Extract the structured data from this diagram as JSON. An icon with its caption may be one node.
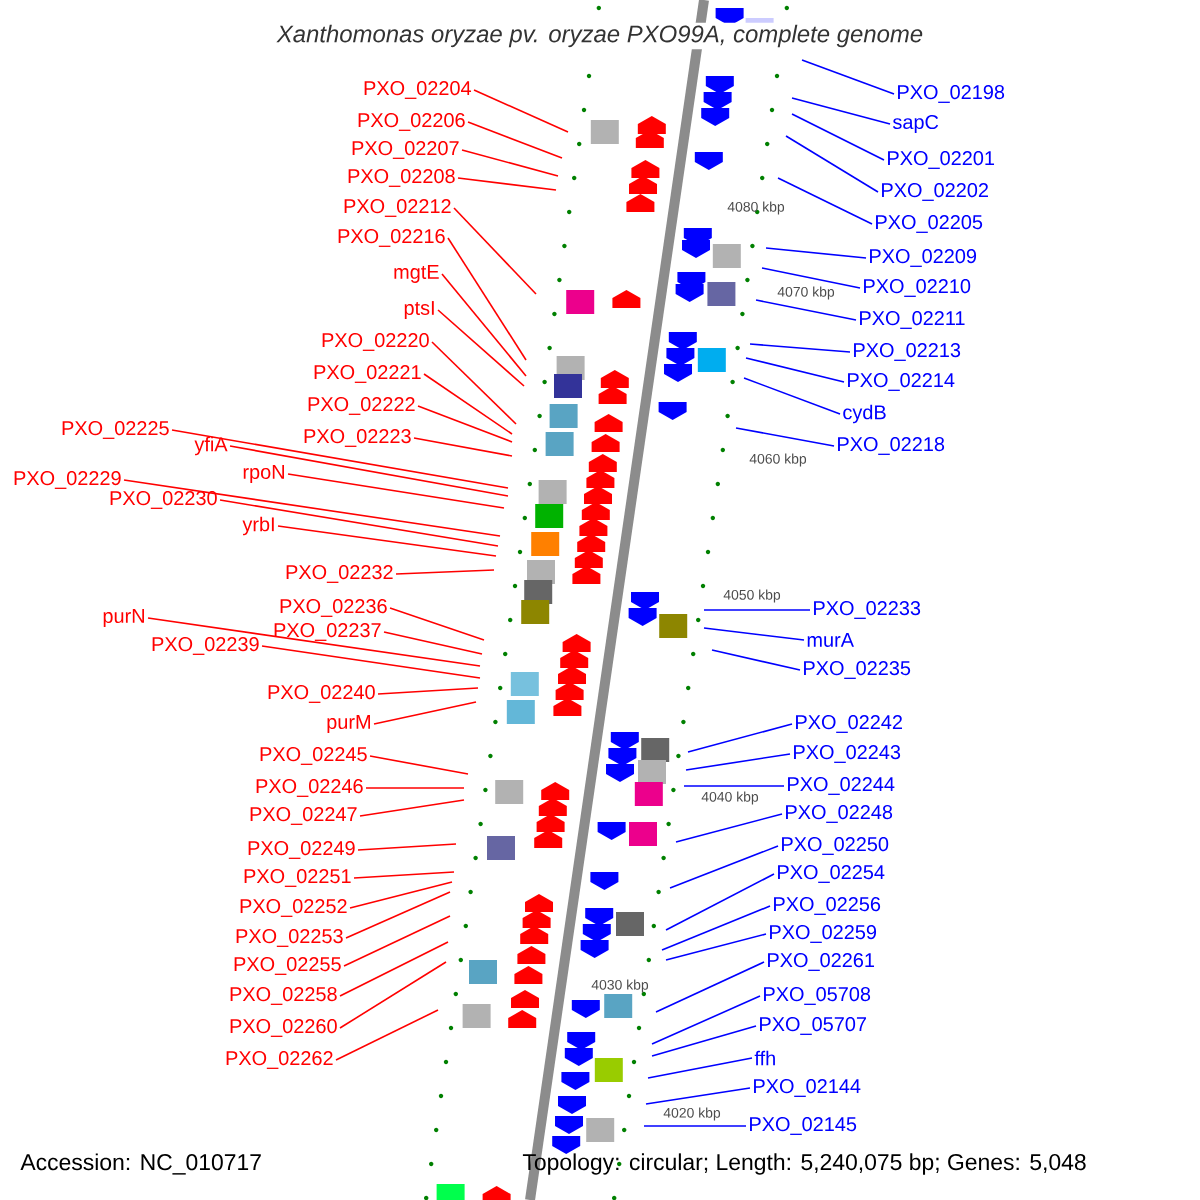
{
  "diagram": {
    "title": "Xanthomonas oryzae pv. oryzae PXO99A, complete genome",
    "nodes": [
      {
        "text": [
          "PXO_02204"
        ]
      },
      {
        "text": [
          "PXO_02206"
        ]
      },
      {
        "text": [
          "PXO_02207"
        ]
      },
      {
        "text": [
          "PXO_02208"
        ]
      },
      {
        "text": [
          "PXO_02212"
        ]
      },
      {
        "text": [
          "PXO_02216"
        ]
      },
      {
        "text": [
          "mgtE"
        ]
      },
      {
        "text": [
          "ptsI"
        ]
      },
      {
        "text": [
          "PXO_02220"
        ]
      },
      {
        "text": [
          "PXO_02221"
        ]
      },
      {
        "text": [
          "PXO_02222"
        ]
      },
      {
        "text": [
          "PXO_02223"
        ]
      },
      {
        "text": [
          "PXO_02225"
        ]
      },
      {
        "text": [
          "yfiA"
        ]
      },
      {
        "text": [
          "rpoN"
        ]
      },
      {
        "text": [
          "PXO_02229"
        ]
      },
      {
        "text": [
          "PXO_02230"
        ]
      },
      {
        "text": [
          "yrbI"
        ]
      },
      {
        "text": [
          "PXO_02232"
        ]
      },
      {
        "text": [
          "PXO_02236"
        ]
      },
      {
        "text": [
          "purN"
        ]
      },
      {
        "text": [
          "PXO_02237"
        ]
      },
      {
        "text": [
          "PXO_02239"
        ]
      },
      {
        "text": [
          "PXO_02240"
        ]
      },
      {
        "text": [
          "purM"
        ]
      },
      {
        "text": [
          "PXO_02245"
        ]
      },
      {
        "text": [
          "PXO_02246"
        ]
      },
      {
        "text": [
          "PXO_02247"
        ]
      },
      {
        "text": [
          "PXO_02249"
        ]
      },
      {
        "text": [
          "PXO_02251"
        ]
      },
      {
        "text": [
          "PXO_02252"
        ]
      },
      {
        "text": [
          "PXO_02253"
        ]
      },
      {
        "text": [
          "PXO_02255"
        ]
      },
      {
        "text": [
          "PXO_02258"
        ]
      },
      {
        "text": [
          "PXO_02260"
        ]
      },
      {
        "text": [
          "PXO_02262"
        ]
      },
      {
        "text": [
          "PXO_02198"
        ]
      },
      {
        "text": [
          "sapC"
        ]
      },
      {
        "text": [
          "PXO_02201"
        ]
      },
      {
        "text": [
          "PXO_02202"
        ]
      },
      {
        "text": [
          "PXO_02205"
        ]
      },
      {
        "text": [
          "PXO_02209"
        ]
      },
      {
        "text": [
          "PXO_02210"
        ]
      },
      {
        "text": [
          "PXO_02211"
        ]
      },
      {
        "text": [
          "PXO_02213"
        ]
      },
      {
        "text": [
          "PXO_02214"
        ]
      },
      {
        "text": [
          "cydB"
        ]
      },
      {
        "text": [
          "PXO_02218"
        ]
      },
      {
        "text": [
          "PXO_02233"
        ]
      },
      {
        "text": [
          "murA"
        ]
      },
      {
        "text": [
          "PXO_02235"
        ]
      },
      {
        "text": [
          "PXO_02242"
        ]
      },
      {
        "text": [
          "PXO_02243"
        ]
      },
      {
        "text": [
          "PXO_02244"
        ]
      },
      {
        "text": [
          "PXO_02248"
        ]
      },
      {
        "text": [
          "PXO_02250"
        ]
      },
      {
        "text": [
          "PXO_02254"
        ]
      },
      {
        "text": [
          "PXO_02256"
        ]
      },
      {
        "text": [
          "PXO_02259"
        ]
      },
      {
        "text": [
          "PXO_02261"
        ]
      },
      {
        "text": [
          "PXO_05708"
        ]
      },
      {
        "text": [
          "PXO_05707"
        ]
      },
      {
        "text": [
          "ffh"
        ]
      },
      {
        "text": [
          "PXO_02144"
        ]
      },
      {
        "text": [
          "PXO_02145"
        ]
      }
    ],
    "edges": [
      {
        "from": 0,
        "to": null,
        "arrow": "none"
      },
      {
        "from": 1,
        "to": null,
        "arrow": "none"
      },
      {
        "from": 2,
        "to": null,
        "arrow": "none"
      },
      {
        "from": 3,
        "to": null,
        "arrow": "none"
      },
      {
        "from": 4,
        "to": null,
        "arrow": "none"
      },
      {
        "from": 5,
        "to": null,
        "arrow": "none"
      },
      {
        "from": 6,
        "to": null,
        "arrow": "none"
      },
      {
        "from": 7,
        "to": null,
        "arrow": "none"
      },
      {
        "from": 8,
        "to": null,
        "arrow": "none"
      },
      {
        "from": 9,
        "to": null,
        "arrow": "none"
      },
      {
        "from": 10,
        "to": null,
        "arrow": "none"
      },
      {
        "from": 11,
        "to": null,
        "arrow": "none"
      },
      {
        "from": 12,
        "to": null,
        "arrow": "none"
      },
      {
        "from": 13,
        "to": null,
        "arrow": "none"
      },
      {
        "from": 14,
        "to": null,
        "arrow": "none"
      },
      {
        "from": 15,
        "to": null,
        "arrow": "none"
      },
      {
        "from": 16,
        "to": null,
        "arrow": "none"
      },
      {
        "from": 17,
        "to": null,
        "arrow": "none"
      },
      {
        "from": 18,
        "to": null,
        "arrow": "none"
      },
      {
        "from": 19,
        "to": null,
        "arrow": "none"
      },
      {
        "from": 20,
        "to": null,
        "arrow": "none"
      },
      {
        "from": 21,
        "to": null,
        "arrow": "none"
      },
      {
        "from": 22,
        "to": null,
        "arrow": "none"
      },
      {
        "from": 23,
        "to": null,
        "arrow": "none"
      },
      {
        "from": 24,
        "to": null,
        "arrow": "none"
      },
      {
        "from": 25,
        "to": null,
        "arrow": "none"
      },
      {
        "from": 26,
        "to": null,
        "arrow": "none"
      },
      {
        "from": 27,
        "to": null,
        "arrow": "none"
      },
      {
        "from": 28,
        "to": null,
        "arrow": "none"
      },
      {
        "from": 29,
        "to": null,
        "arrow": "none"
      },
      {
        "from": 30,
        "to": null,
        "arrow": "none"
      },
      {
        "from": 31,
        "to": null,
        "arrow": "none"
      },
      {
        "from": 32,
        "to": null,
        "arrow": "none"
      },
      {
        "from": 33,
        "to": null,
        "arrow": "none"
      },
      {
        "from": 34,
        "to": null,
        "arrow": "none"
      },
      {
        "from": 35,
        "to": null,
        "arrow": "none"
      },
      {
        "from": 36,
        "to": null,
        "arrow": "none",
        "color": "#0000ff"
      },
      {
        "from": 37,
        "to": null,
        "arrow": "none",
        "color": "#0000ff"
      },
      {
        "from": 38,
        "to": null,
        "arrow": "none",
        "color": "#0000ff"
      },
      {
        "from": 39,
        "to": null,
        "arrow": "none",
        "color": "#0000ff"
      },
      {
        "from": 40,
        "to": null,
        "arrow": "none",
        "color": "#0000ff"
      },
      {
        "from": 41,
        "to": null,
        "arrow": "none",
        "color": "#0000ff"
      },
      {
        "from": 42,
        "to": null,
        "arrow": "none",
        "color": "#0000ff"
      },
      {
        "from": 43,
        "to": null,
        "arrow": "none",
        "color": "#0000ff"
      },
      {
        "from": 44,
        "to": null,
        "arrow": "none",
        "color": "#0000ff"
      },
      {
        "from": 45,
        "to": null,
        "arrow": "none",
        "color": "#0000ff"
      },
      {
        "from": 46,
        "to": null,
        "arrow": "none",
        "color": "#0000ff"
      },
      {
        "from": 47,
        "to": null,
        "arrow": "none",
        "color": "#0000ff"
      },
      {
        "from": 48,
        "to": null,
        "arrow": "none",
        "color": "#0000ff"
      },
      {
        "from": 49,
        "to": null,
        "arrow": "none",
        "color": "#0000ff"
      },
      {
        "from": 50,
        "to": null,
        "arrow": "none",
        "color": "#0000ff"
      },
      {
        "from": 51,
        "to": null,
        "arrow": "none",
        "color": "#0000ff"
      },
      {
        "from": 52,
        "to": null,
        "arrow": "none",
        "color": "#0000ff"
      },
      {
        "from": 53,
        "to": null,
        "arrow": "none",
        "color": "#0000ff"
      },
      {
        "from": 54,
        "to": null,
        "arrow": "none",
        "color": "#0000ff"
      },
      {
        "from": 55,
        "to": null,
        "arrow": "none",
        "color": "#0000ff"
      },
      {
        "from": 56,
        "to": null,
        "arrow": "none",
        "color": "#0000ff"
      },
      {
        "from": 57,
        "to": null,
        "arrow": "none",
        "color": "#0000ff"
      },
      {
        "from": 58,
        "to": null,
        "arrow": "none",
        "color": "#0000ff"
      },
      {
        "from": 59,
        "to": null,
        "arrow": "none",
        "color": "#0000ff"
      },
      {
        "from": 60,
        "to": null,
        "arrow": "none",
        "color": "#0000ff"
      },
      {
        "from": 61,
        "to": null,
        "arrow": "none",
        "color": "#0000ff"
      },
      {
        "from": 62,
        "to": null,
        "arrow": "none",
        "color": "#0000ff"
      },
      {
        "from": 63,
        "to": null,
        "arrow": "none",
        "color": "#0000ff"
      },
      {
        "from": 64,
        "to": null,
        "arrow": "none",
        "color": "#0000ff"
      }
    ],
    "labels": [
      "4080 kbp",
      "4070 kbp",
      "4060 kbp",
      "4050 kbp",
      "4040 kbp",
      "4030 kbp",
      "4020 kbp",
      "Accession: NC_010717",
      "Topology: circular; Length: 5,240,075 bp; Genes: 5,048"
    ]
  }
}
